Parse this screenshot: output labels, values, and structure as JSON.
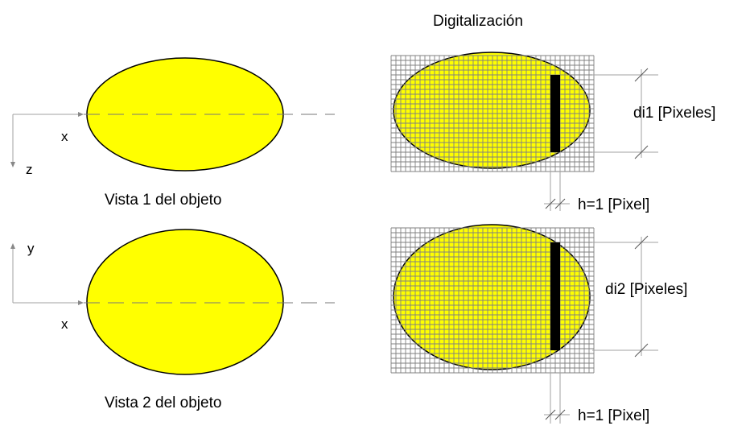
{
  "title": "Digitalización",
  "views": [
    {
      "caption": "Vista 1 del objeto",
      "axis_horizontal": "x",
      "axis_vertical": "z",
      "dimension_label": "di1 [Pixeles]",
      "step_label": "h=1 [Pixel]"
    },
    {
      "caption": "Vista 2 del objeto",
      "axis_horizontal": "x",
      "axis_vertical": "y",
      "dimension_label": "di2 [Pixeles]",
      "step_label": "h=1 [Pixel]"
    }
  ],
  "colors": {
    "object_fill": "#ffff00",
    "grid_line": "#808080",
    "pixel_column": "#000000",
    "guide_line": "#a0a0a0"
  }
}
